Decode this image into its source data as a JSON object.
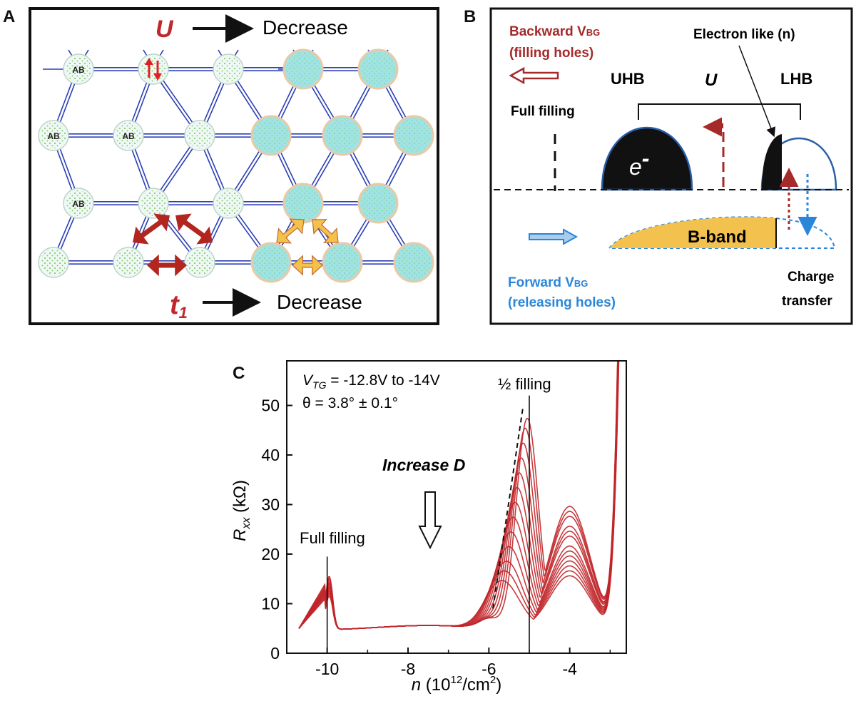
{
  "figure": {
    "panel_labels": [
      "A",
      "B",
      "C"
    ]
  },
  "panel_a": {
    "u_symbol": "U",
    "u_text": "Decrease",
    "t_symbol": "t",
    "t_subscript": "1",
    "t_text": "Decrease",
    "site_label": "AB",
    "colors": {
      "bond": "#2b3fb5",
      "arrow_dark": "#b3261e",
      "arrow_light": "#f3c24a",
      "site_big": "#9fe3e3"
    }
  },
  "panel_b": {
    "backward_line1": "Backward V",
    "backward_sub": "BG",
    "backward_line2": "(filling holes)",
    "full_filling": "Full filling",
    "uhb": "UHB",
    "u_symbol": "U",
    "lhb": "LHB",
    "electron_like": "Electron like (n)",
    "electron": "e",
    "electron_sup": "-",
    "bband": "B-band",
    "forward_line1": "Forward V",
    "forward_sub": "BG",
    "forward_line2": "(releasing holes)",
    "charge_line1": "Charge",
    "charge_line2": "transfer",
    "colors": {
      "red": "#a52a2a",
      "blue": "#2a86d8",
      "band": "#f2c14e"
    }
  },
  "panel_c": {
    "annot_vtg_sym": "V",
    "annot_vtg_sub": "TG",
    "annot_vtg_rest": " = -12.8V to -14V",
    "annot_theta": "θ = 3.8° ± 0.1°",
    "half_filling": "½ filling",
    "full_filling": "Full filling",
    "increase_d": "Increase D",
    "ylabel_sym": "R",
    "ylabel_sub": "xx",
    "ylabel_unit": " (kΩ)",
    "xlabel_sym": "n",
    "xlabel_unit": " (10",
    "xlabel_sup": "12",
    "xlabel_end": "/cm",
    "xlabel_sup2": "2",
    "xlabel_close": ")"
  },
  "chart_data": {
    "type": "line",
    "xlim": [
      -11,
      -2.6
    ],
    "ylim": [
      0,
      59
    ],
    "x_ticks": [
      -10,
      -8,
      -6,
      -4
    ],
    "y_ticks": [
      0,
      10,
      20,
      30,
      40,
      50
    ],
    "x_ticklabels": [
      "-10",
      "-8",
      "-6",
      "-4"
    ],
    "y_ticklabels": [
      "0",
      "10",
      "20",
      "30",
      "40",
      "50"
    ],
    "vlines": [
      -10,
      -5
    ],
    "trend_line": [
      [
        -5.9,
        9
      ],
      [
        -5.15,
        50
      ]
    ],
    "series_count": 13,
    "series_color": "#c0262a",
    "series_params": {
      "full_peak_y": [
        16,
        15.6,
        15.2,
        14.8,
        14.5,
        14.2,
        13.9,
        13.6,
        13.3,
        13.0,
        12.7,
        12.4,
        12.0
      ],
      "half_peak_y": [
        47,
        45,
        42,
        39,
        36,
        33,
        30,
        27,
        24,
        21,
        18,
        16,
        14
      ],
      "half_peak_x": [
        -5.05,
        -5.1,
        -5.15,
        -5.2,
        -5.25,
        -5.3,
        -5.35,
        -5.4,
        -5.45,
        -5.5,
        -5.55,
        -5.6,
        -5.65
      ],
      "shoulder_y": [
        25,
        24,
        23,
        21,
        20,
        19,
        17,
        16,
        15,
        14,
        13,
        12,
        11
      ]
    }
  }
}
